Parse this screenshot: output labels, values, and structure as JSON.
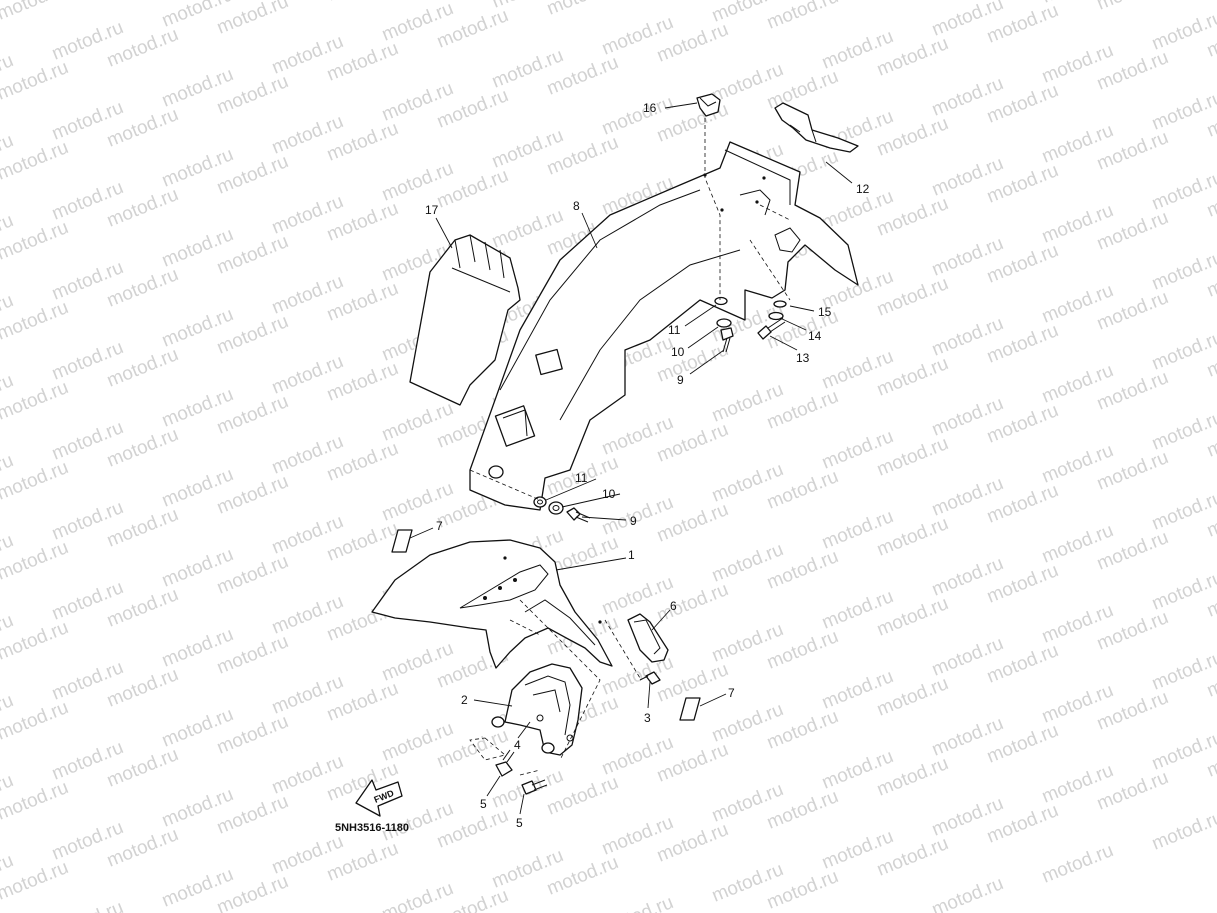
{
  "watermark": {
    "text": "motod.ru",
    "color": "#d2d2d2"
  },
  "diagram_code": "5NH3516-1180",
  "fwd_badge": "FWD",
  "callouts": [
    {
      "id": "c16",
      "text": "16"
    },
    {
      "id": "c12",
      "text": "12"
    },
    {
      "id": "c17",
      "text": "17"
    },
    {
      "id": "c8",
      "text": "8"
    },
    {
      "id": "c15",
      "text": "15"
    },
    {
      "id": "c14",
      "text": "14"
    },
    {
      "id": "c13",
      "text": "13"
    },
    {
      "id": "c11a",
      "text": "11"
    },
    {
      "id": "c10a",
      "text": "10"
    },
    {
      "id": "c9a",
      "text": "9"
    },
    {
      "id": "c11b",
      "text": "11"
    },
    {
      "id": "c10b",
      "text": "10"
    },
    {
      "id": "c9b",
      "text": "9"
    },
    {
      "id": "c7a",
      "text": "7"
    },
    {
      "id": "c1",
      "text": "1"
    },
    {
      "id": "c6",
      "text": "6"
    },
    {
      "id": "c2",
      "text": "2"
    },
    {
      "id": "c4",
      "text": "4"
    },
    {
      "id": "c3",
      "text": "3"
    },
    {
      "id": "c7b",
      "text": "7"
    },
    {
      "id": "c5a",
      "text": "5"
    },
    {
      "id": "c5b",
      "text": "5"
    }
  ]
}
